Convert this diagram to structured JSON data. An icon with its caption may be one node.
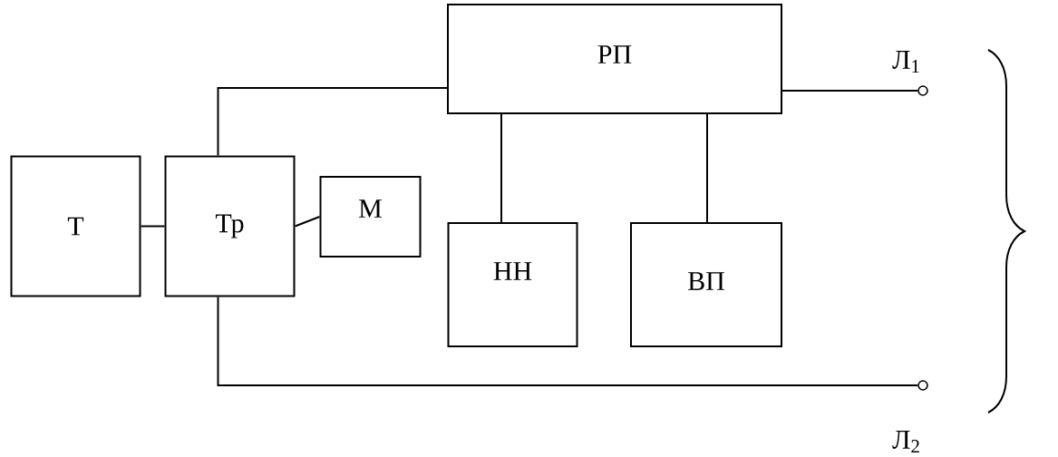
{
  "diagram": {
    "nodes": [
      {
        "text": [
          "Т"
        ]
      },
      {
        "text": [
          "Тр"
        ]
      },
      {
        "text": [
          "М"
        ]
      },
      {
        "text": [
          "РП"
        ]
      },
      {
        "text": [
          "НН"
        ]
      },
      {
        "text": [
          "ВП"
        ]
      },
      {
        "text": [],
        "shape": "circle",
        "beside": [
          "Л$_{1}$"
        ]
      },
      {
        "text": [],
        "shape": "circle",
        "beside": [
          "Л$_{2}$"
        ]
      }
    ],
    "edges": [
      {
        "from": 0,
        "to": 1,
        "arrow": "none"
      },
      {
        "from": 1,
        "to": 2,
        "arrow": "none"
      },
      {
        "from": 1,
        "to": 3,
        "arrow": "none"
      },
      {
        "from": 3,
        "to": 4,
        "arrow": "none"
      },
      {
        "from": 3,
        "to": 5,
        "arrow": "none"
      },
      {
        "from": 3,
        "to": 6,
        "arrow": "none"
      },
      {
        "from": 1,
        "to": 7,
        "arrow": "none"
      }
    ]
  }
}
